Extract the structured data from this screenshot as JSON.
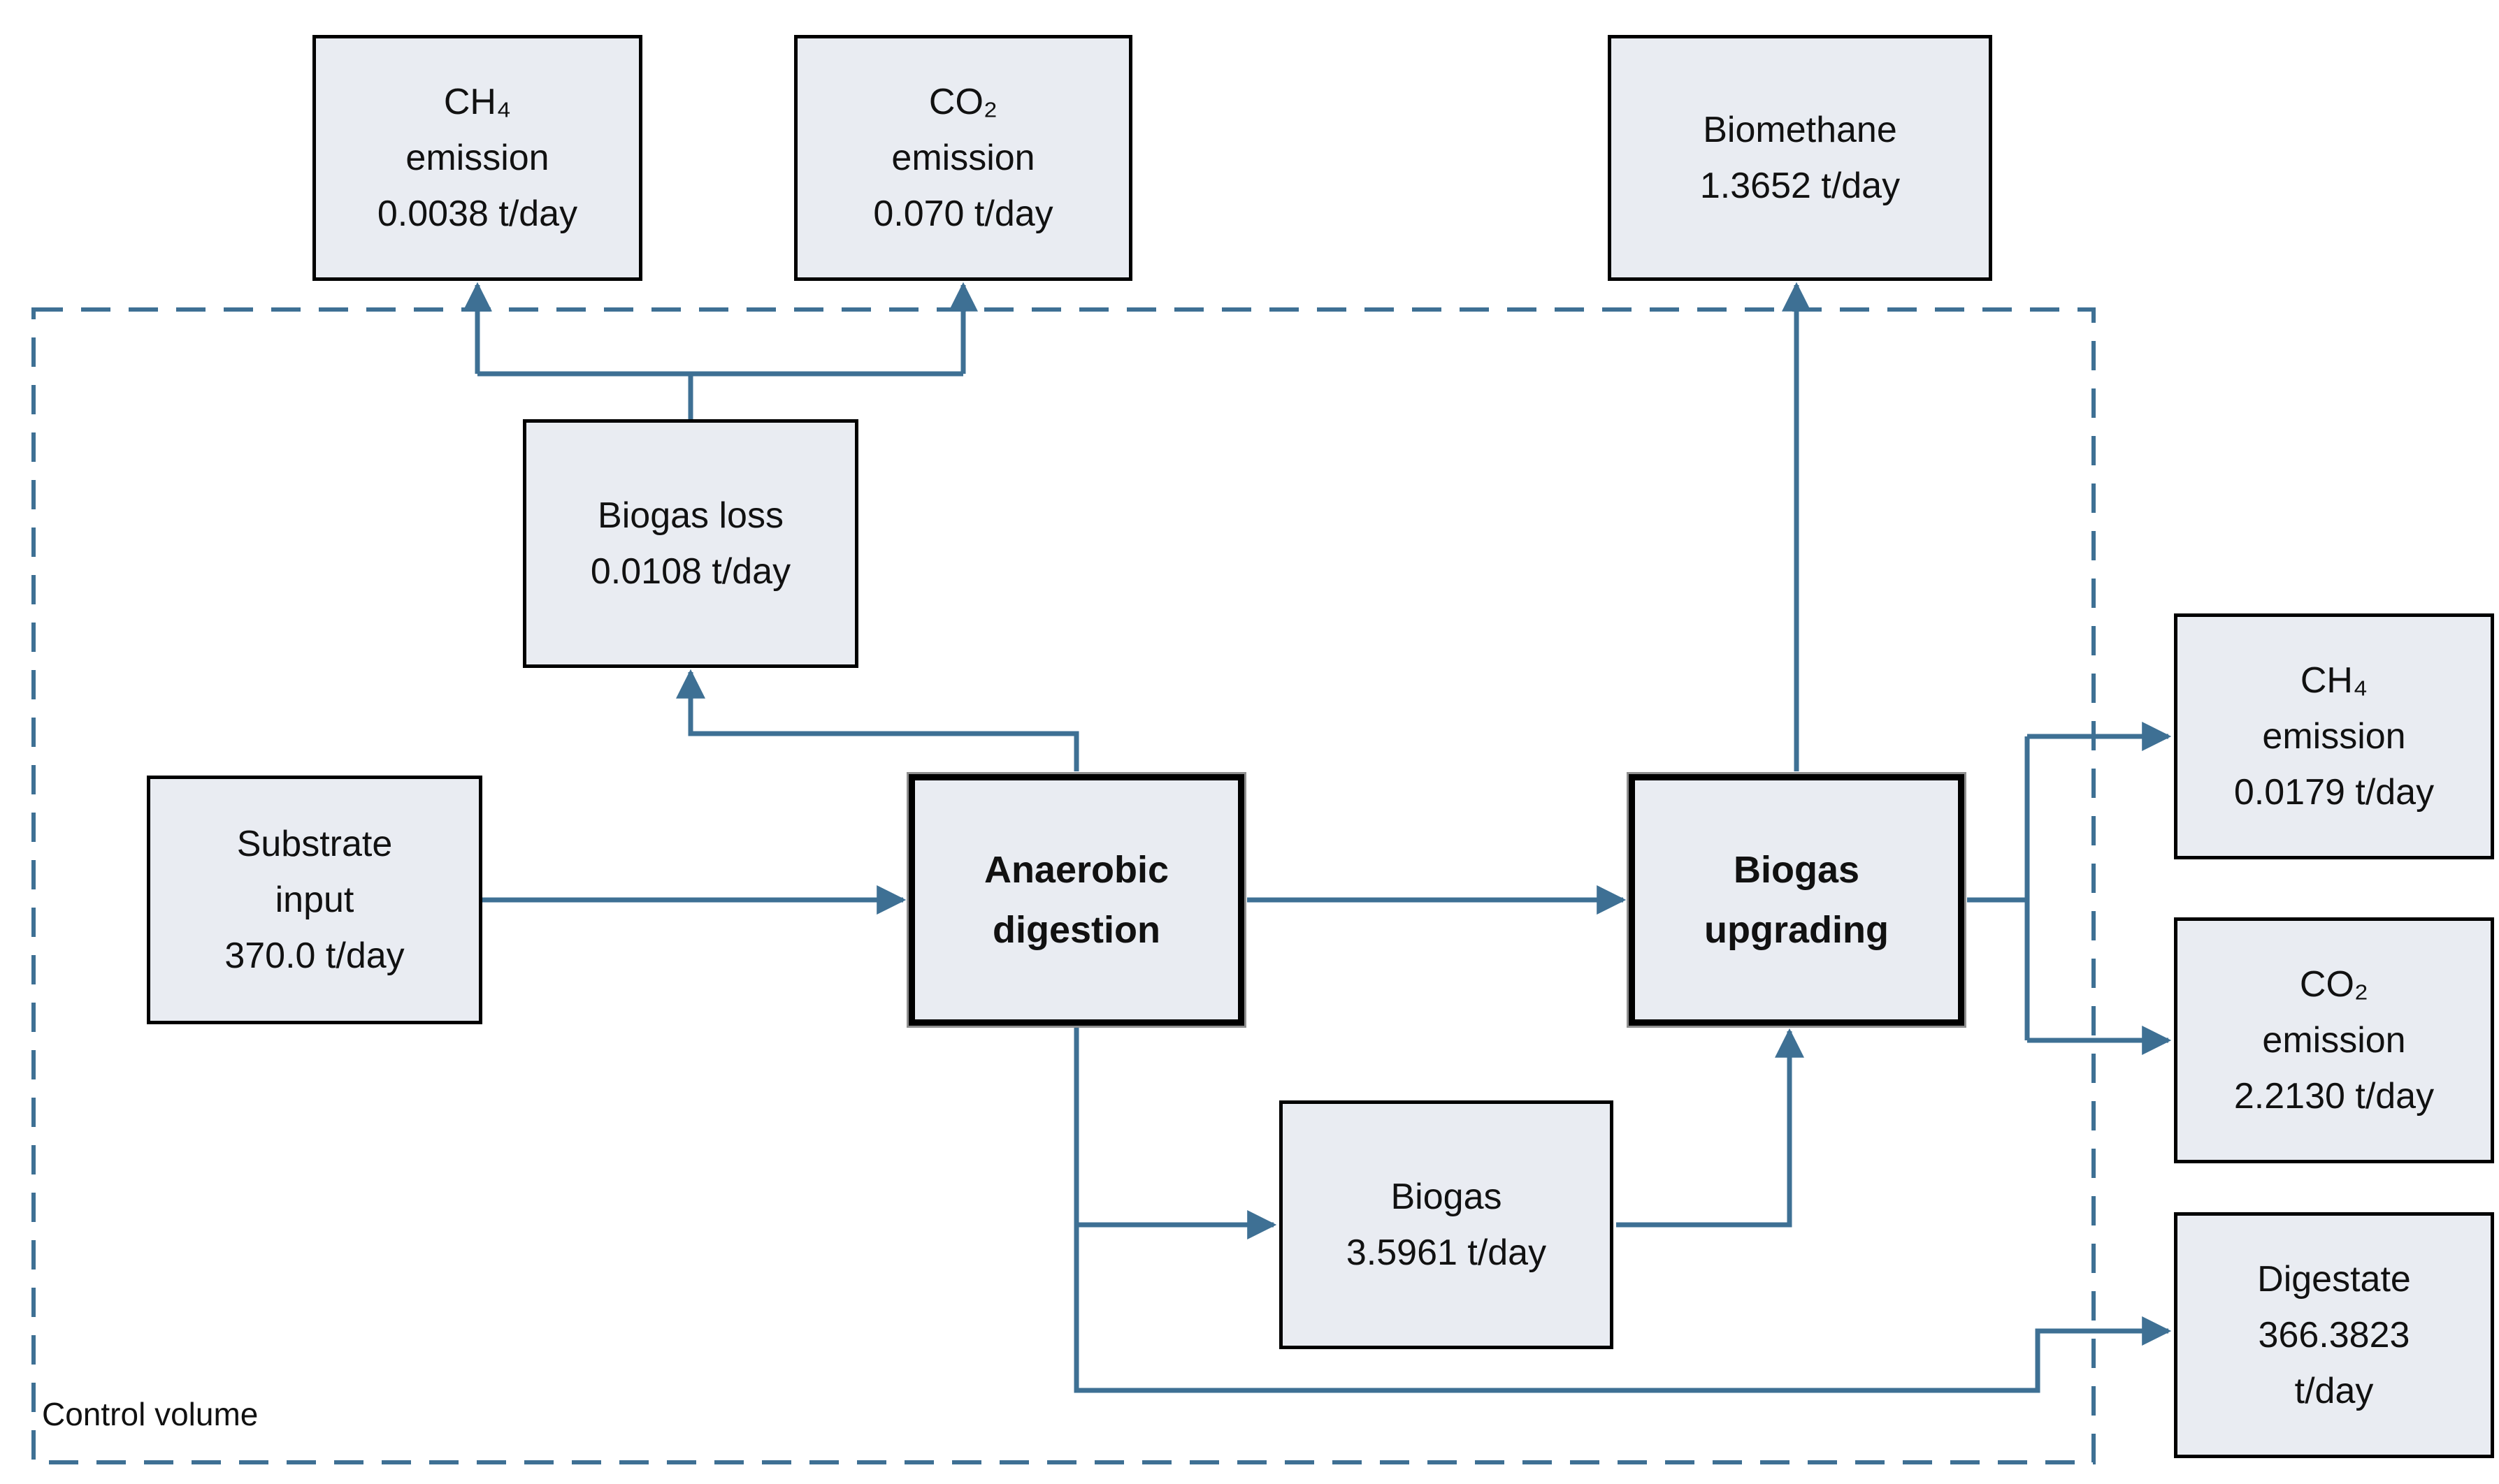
{
  "control_volume_label": "Control volume",
  "colors": {
    "line_blue": "#3e7094",
    "box_fill": "#e9ecf2",
    "box_border": "#000000"
  },
  "boxes": {
    "ch4_top": {
      "lines": [
        "CH₄",
        "emission",
        "0.0038 t/day"
      ]
    },
    "co2_top": {
      "lines": [
        "CO₂",
        "emission",
        "0.070 t/day"
      ]
    },
    "biomethane": {
      "lines": [
        "Biomethane",
        "1.3652 t/day"
      ]
    },
    "biogas_loss": {
      "lines": [
        "Biogas loss",
        "0.0108 t/day"
      ]
    },
    "substrate": {
      "lines": [
        "Substrate",
        "input",
        "370.0 t/day"
      ]
    },
    "anaerobic": {
      "lines": [
        "Anaerobic",
        "digestion"
      ]
    },
    "upgrading": {
      "lines": [
        "Biogas",
        "upgrading"
      ]
    },
    "biogas": {
      "lines": [
        "Biogas",
        "3.5961 t/day"
      ]
    },
    "ch4_right": {
      "lines": [
        "CH₄",
        "emission",
        "0.0179 t/day"
      ]
    },
    "co2_right": {
      "lines": [
        "CO₂",
        "emission",
        "2.2130 t/day"
      ]
    },
    "digestate": {
      "lines": [
        "Digestate",
        "366.3823",
        "t/day"
      ]
    }
  }
}
